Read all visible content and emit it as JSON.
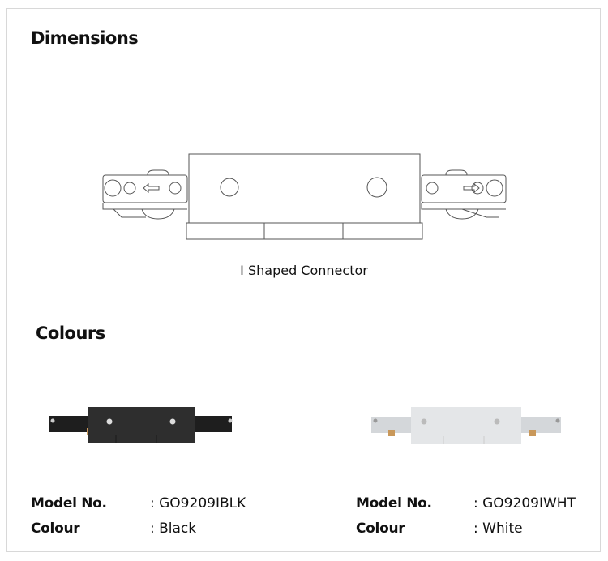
{
  "sections": {
    "dimensions": {
      "title": "Dimensions",
      "caption": "I Shaped Connector"
    },
    "colours": {
      "title": "Colours",
      "products": [
        {
          "model_label": "Model No.",
          "model_value": ": GO9209IBLK",
          "colour_label": "Colour",
          "colour_value": ": Black",
          "swatch": "#2b2b2b"
        },
        {
          "model_label": "Model No.",
          "model_value": ": GO9209IWHT",
          "colour_label": "Colour",
          "colour_value": ": White",
          "swatch": "#e6e8ea"
        }
      ]
    }
  }
}
